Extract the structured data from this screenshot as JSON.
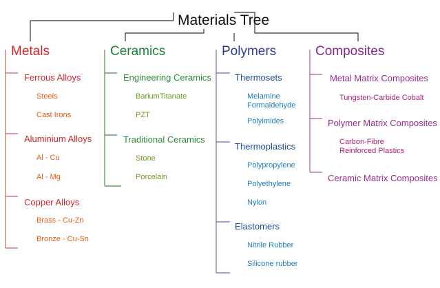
{
  "root": "Materials Tree",
  "colors": {
    "metals": "#d6242c",
    "metals_line": "#c8655d",
    "ceramics": "#16853b",
    "ceramics_line": "#3f8a4a",
    "polymers": "#2e3c9a",
    "polymers_line": "#6e6aa8",
    "composites": "#86288f",
    "composites_line": "#a3619f",
    "root_line": "#333333"
  },
  "metals": {
    "title": "Metals",
    "ferrous": {
      "title": "Ferrous Alloys",
      "items": [
        "Steels",
        "Cast Irons"
      ]
    },
    "aluminium": {
      "title": "Aluminium Alloys",
      "items": [
        "Al - Cu",
        "Al - Mg"
      ]
    },
    "copper": {
      "title": "Copper Alloys",
      "items": [
        "Brass - Cu-Zn",
        "Bronze - Cu-Sn"
      ]
    }
  },
  "ceramics": {
    "title": "Ceramics",
    "engineering": {
      "title": "Engineering Ceramics",
      "items": [
        "BariumTitanate",
        "PZT"
      ]
    },
    "traditional": {
      "title": "Traditional Ceramics",
      "items": [
        "Stone",
        "Porcelain"
      ]
    }
  },
  "polymers": {
    "title": "Polymers",
    "thermosets": {
      "title": "Thermosets",
      "items": [
        "Melamine Formaldehyde",
        "Polyimides"
      ]
    },
    "thermoplastics": {
      "title": "Thermoplastics",
      "items": [
        "Polypropylene",
        "Polyethylene",
        "Nylon"
      ]
    },
    "elastomers": {
      "title": "Elastomers",
      "items": [
        "Nitrile Rubber",
        "Silicone rubber"
      ]
    }
  },
  "composites": {
    "title": "Composites",
    "mmc": {
      "title": "Metal Matrix Composites",
      "items": [
        "Tungsten-Carbide Cobalt"
      ]
    },
    "pmc": {
      "title": "Polymer Matrix Composites",
      "items": [
        "Carbon-Fibre Reinforced Plastics"
      ]
    },
    "cmc": {
      "title": "Ceramic Matrix Composites",
      "items": []
    }
  }
}
